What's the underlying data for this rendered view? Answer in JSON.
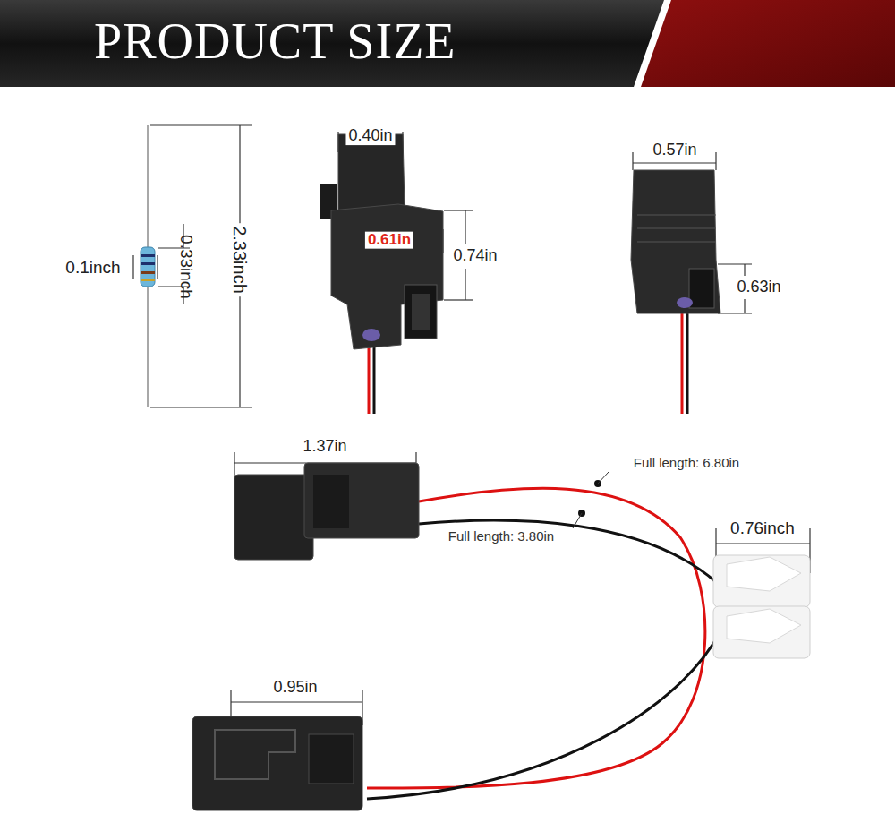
{
  "diagram": {
    "title": "PRODUCT SIZE",
    "labels": [
      "0.1inch",
      "0.33inch",
      "2.33inch",
      "0.40in",
      "0.61in",
      "0.74in",
      "0.57in",
      "0.63in",
      "1.37in",
      "Full length: 6.80in",
      "Full length: 3.80in",
      "0.76inch",
      "0.95in"
    ]
  }
}
